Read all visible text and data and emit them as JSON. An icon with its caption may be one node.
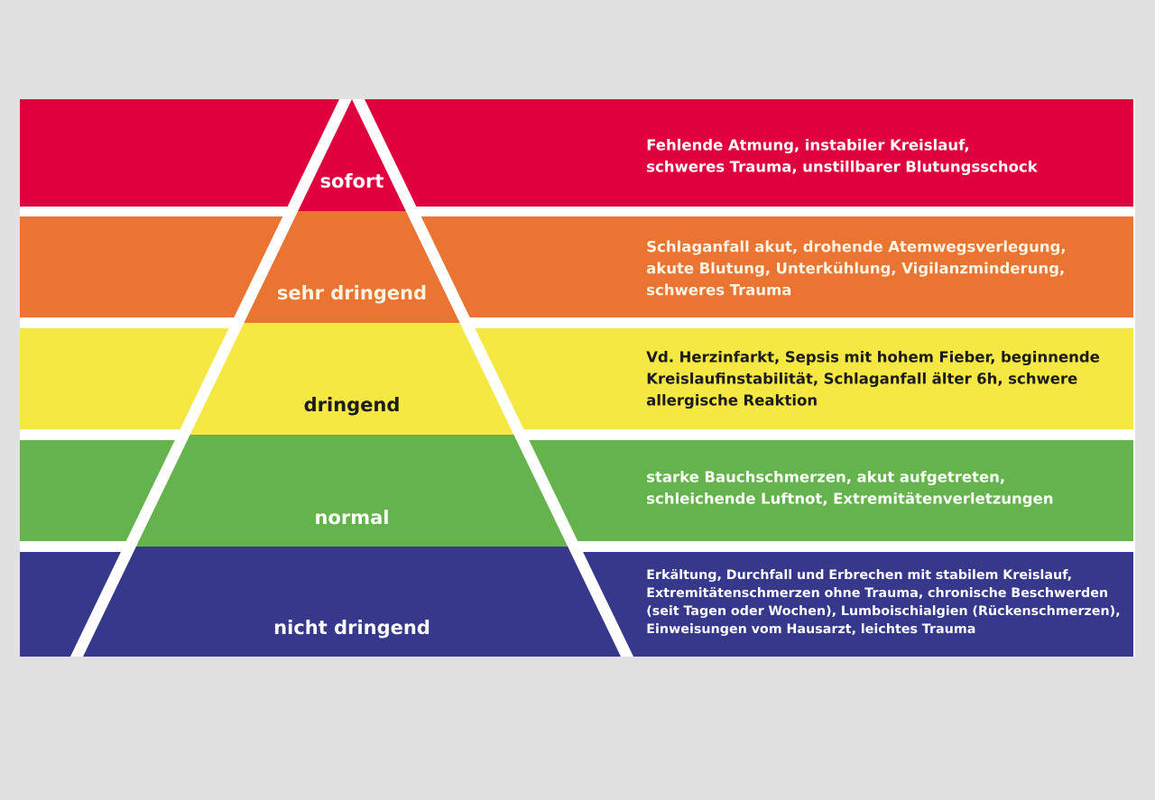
{
  "diagram": {
    "nodes": [
      {
        "text": [],
        "shape": "band"
      },
      {
        "text": [
          "sofort"
        ]
      },
      {
        "text": [
          "Fehlende Atmung, instabiler Kreislauf, schweres Trauma, unstillbarer Blutungsschock"
        ]
      },
      {
        "text": [],
        "shape": "band"
      },
      {
        "text": [
          "sehr dringend"
        ]
      },
      {
        "text": [
          "Schlaganfall akut, drohende Atemwegsverlegung, akute Blutung, Unterkühlung, Vigilanzminderung, schweres Trauma"
        ]
      },
      {
        "text": [],
        "shape": "band"
      },
      {
        "text": [
          "dringend"
        ]
      },
      {
        "text": [
          "Vd. Herzinfarkt, Sepsis mit hohem Fieber, beginnende Kreislaufinstabilität, Schlaganfall älter 6h, schwere allergische Reaktion"
        ]
      },
      {
        "text": [],
        "shape": "band"
      },
      {
        "text": [
          "normal"
        ]
      },
      {
        "text": [
          "starke Bauchschmerzen, akut aufgetreten, schleichende Luftnot, Extremitätenverletzungen"
        ]
      },
      {
        "text": [],
        "shape": "band"
      },
      {
        "text": [
          "nicht dringend"
        ]
      },
      {
        "text": [
          "Erkältung, Durchfall und Erbrechen mit stabilem Kreislauf, Extremitätenschmerzen ohne Trauma, chronische Beschwerden (seit Tagen oder Wochen), Lumboischialgien (Rückenschmerzen), Einweisungen vom Hausarzt, leichtes Trauma"
        ]
      }
    ]
  }
}
